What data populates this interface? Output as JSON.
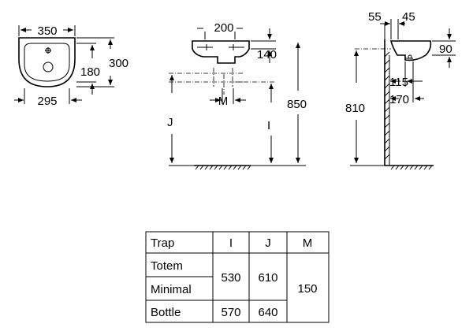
{
  "front_view": {
    "top_width": "350",
    "bottom_width": "295",
    "depth_inner": "180",
    "depth_outer": "300"
  },
  "side_view": {
    "width": "200",
    "height": "140",
    "spacing_label": "M",
    "trap_label": "J",
    "inner_label": "I",
    "total_height": "850"
  },
  "profile_view": {
    "offset_a": "55",
    "offset_b": "45",
    "bowl_height": "90",
    "drain_a": "115",
    "drain_b": "170",
    "mount_height": "810"
  },
  "trap_table": {
    "headers": [
      "Trap",
      "I",
      "J",
      "M"
    ],
    "rows": [
      {
        "trap": "Totem"
      },
      {
        "trap": "Minimal"
      },
      {
        "trap": "Bottle"
      }
    ],
    "merged_I": "530",
    "merged_J": "610",
    "bottle_I": "570",
    "bottle_J": "640",
    "merged_M": "150"
  }
}
